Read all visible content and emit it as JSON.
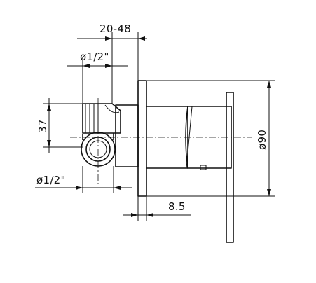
{
  "dimensions": {
    "depth_range": "20-48",
    "inlet_top": "ø1/2\"",
    "height": "37",
    "inlet_bottom": "ø1/2\"",
    "wall_offset": "8.5",
    "plate_diameter": "ø90"
  }
}
